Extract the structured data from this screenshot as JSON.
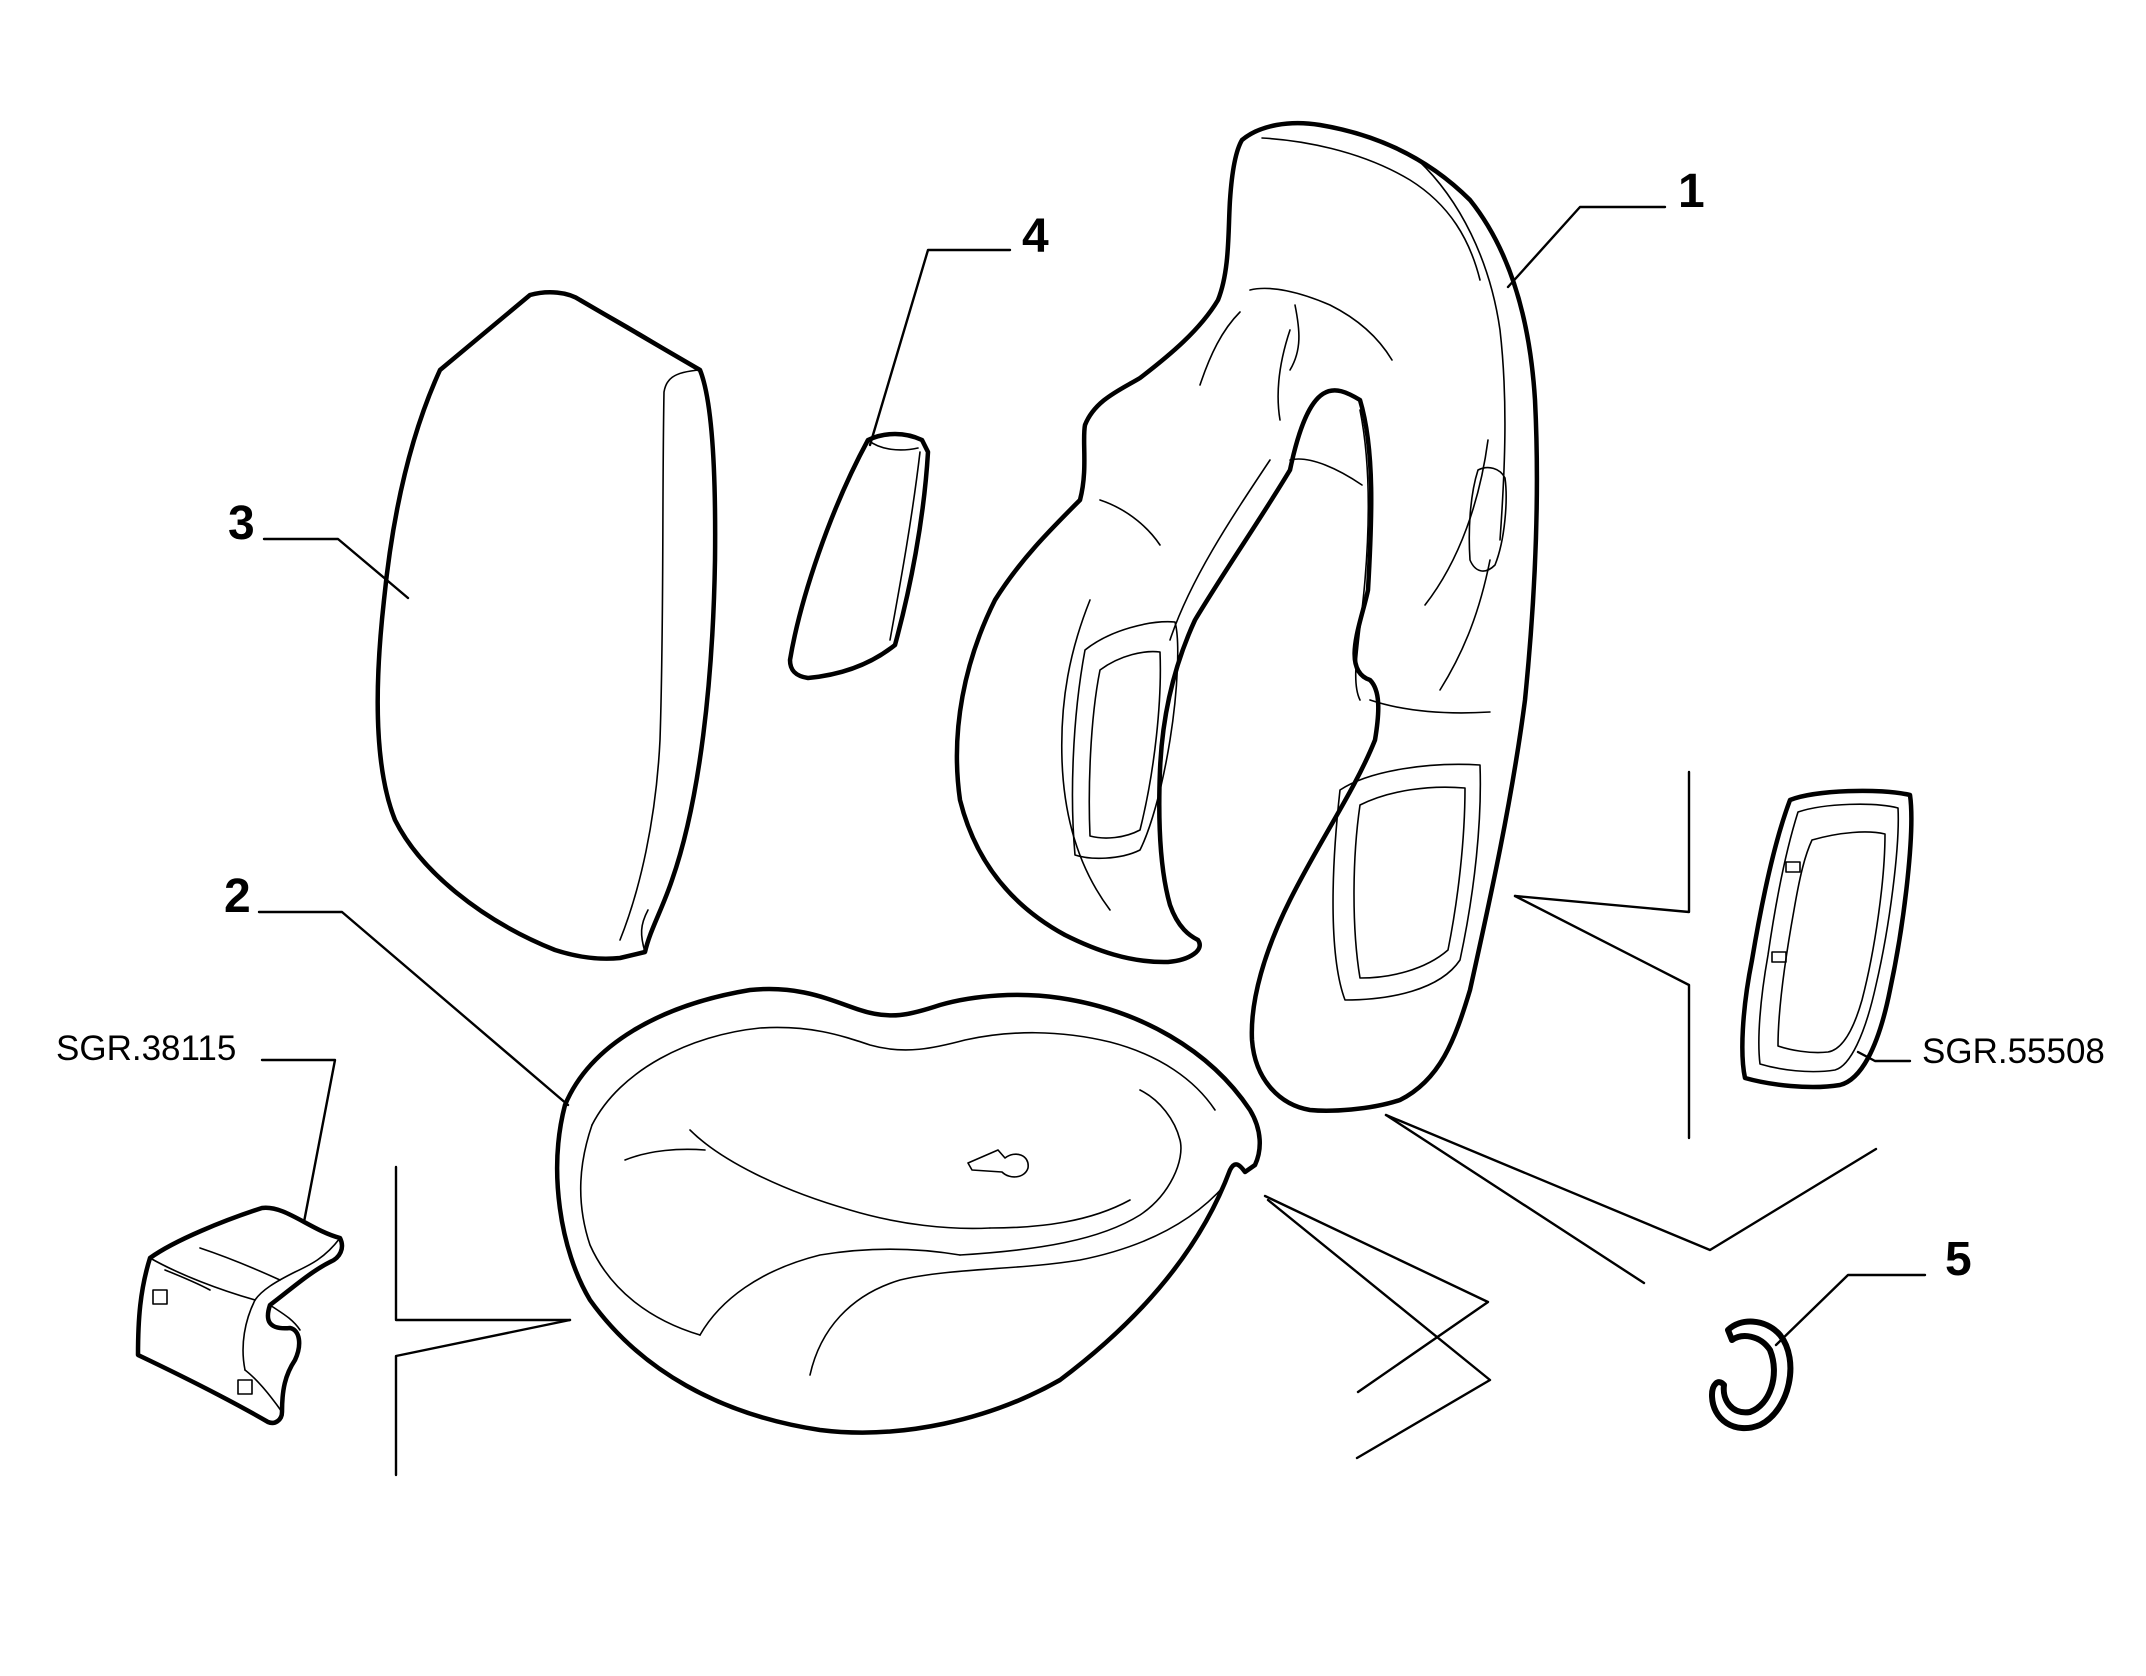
{
  "callouts": {
    "part_1": "1",
    "part_2": "2",
    "part_3": "3",
    "part_4": "4",
    "part_5": "5",
    "ref_left": "SGR.38115",
    "ref_right": "SGR.55508"
  },
  "colors": {
    "line": "#000000",
    "background": "#ffffff"
  }
}
